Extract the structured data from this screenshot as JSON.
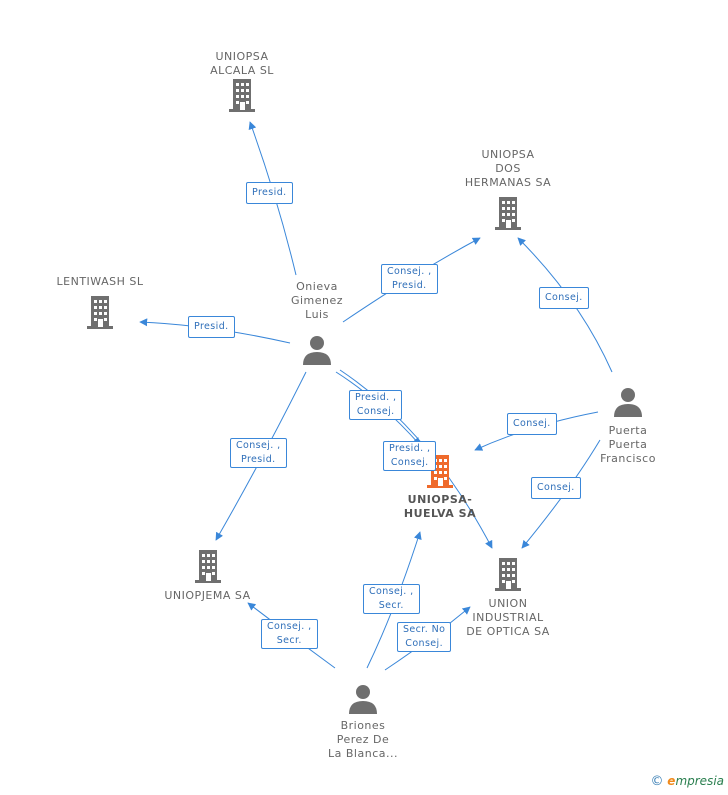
{
  "nodes": {
    "uniopsa_alcala": {
      "lines": [
        "UNIOPSA",
        "ALCALA SL"
      ],
      "icon": "building-icon"
    },
    "uniopsa_dos_hermanas": {
      "lines": [
        "UNIOPSA",
        "DOS",
        "HERMANAS SA"
      ],
      "icon": "building-icon"
    },
    "lentiwash": {
      "lines": [
        "LENTIWASH SL"
      ],
      "icon": "building-icon"
    },
    "onieva": {
      "lines": [
        "Onieva",
        "Gimenez",
        "Luis"
      ],
      "icon": "person-icon"
    },
    "puerta": {
      "lines": [
        "Puerta",
        "Puerta",
        "Francisco"
      ],
      "icon": "person-icon"
    },
    "uniopsa_huelva": {
      "lines": [
        "UNIOPSA-",
        "HUELVA SA"
      ],
      "icon": "building-icon",
      "focus": true
    },
    "uniopjema": {
      "lines": [
        "UNIOPJEMA SA"
      ],
      "icon": "building-icon"
    },
    "union_industrial": {
      "lines": [
        "UNION",
        "INDUSTRIAL",
        "DE OPTICA SA"
      ],
      "icon": "building-icon"
    },
    "briones": {
      "lines": [
        "Briones",
        "Perez De",
        "La Blanca..."
      ],
      "icon": "person-icon"
    }
  },
  "relations": [
    {
      "id": "r1",
      "lines": [
        "Presid."
      ]
    },
    {
      "id": "r2",
      "lines": [
        "Consej. ,",
        "Presid."
      ]
    },
    {
      "id": "r3",
      "lines": [
        "Presid."
      ]
    },
    {
      "id": "r4",
      "lines": [
        "Presid. ,",
        "Consej."
      ]
    },
    {
      "id": "r5",
      "lines": [
        "Presid. ,",
        "Consej."
      ]
    },
    {
      "id": "r6",
      "lines": [
        "Consej. ,",
        "Presid."
      ]
    },
    {
      "id": "r7",
      "lines": [
        "Consej."
      ]
    },
    {
      "id": "r8",
      "lines": [
        "Consej."
      ]
    },
    {
      "id": "r9",
      "lines": [
        "Consej."
      ]
    },
    {
      "id": "r10",
      "lines": [
        "Consej. ,",
        "Secr."
      ]
    },
    {
      "id": "r11",
      "lines": [
        "Consej. ,",
        "Secr."
      ]
    },
    {
      "id": "r12",
      "lines": [
        "Secr. No",
        "Consej."
      ]
    }
  ],
  "brand": {
    "copyright": "©",
    "e": "e",
    "rest": "mpresia"
  },
  "colors": {
    "edge": "#3a87d9",
    "icon": "#6f6f6f",
    "focus": "#ef6a2b"
  }
}
